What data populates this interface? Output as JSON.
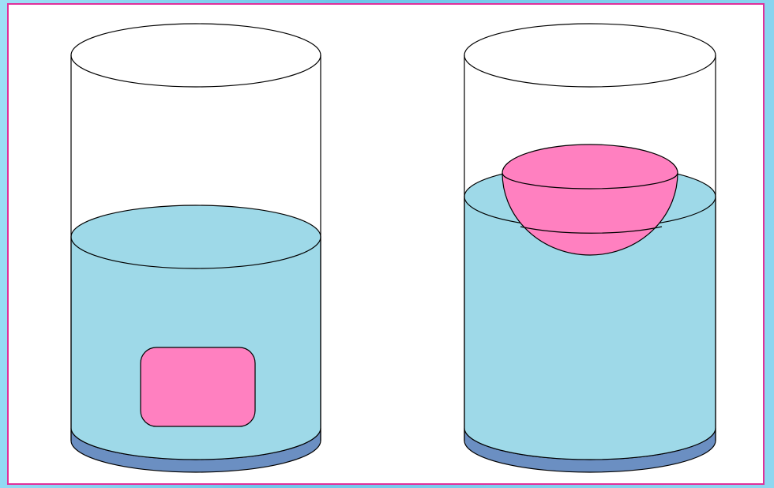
{
  "colors": {
    "background": "#8fd4ec",
    "panel": "#ffffff",
    "panel_border": "#e0309a",
    "water": "#9ed9e8",
    "object": "#ff80c0",
    "base": "#6b8fc2",
    "outline": "#000000"
  },
  "scenes": [
    {
      "name": "sunken-block",
      "object_shape": "rounded-rectangle",
      "state": "submerged"
    },
    {
      "name": "floating-bowl",
      "object_shape": "hemisphere",
      "state": "floating"
    }
  ]
}
